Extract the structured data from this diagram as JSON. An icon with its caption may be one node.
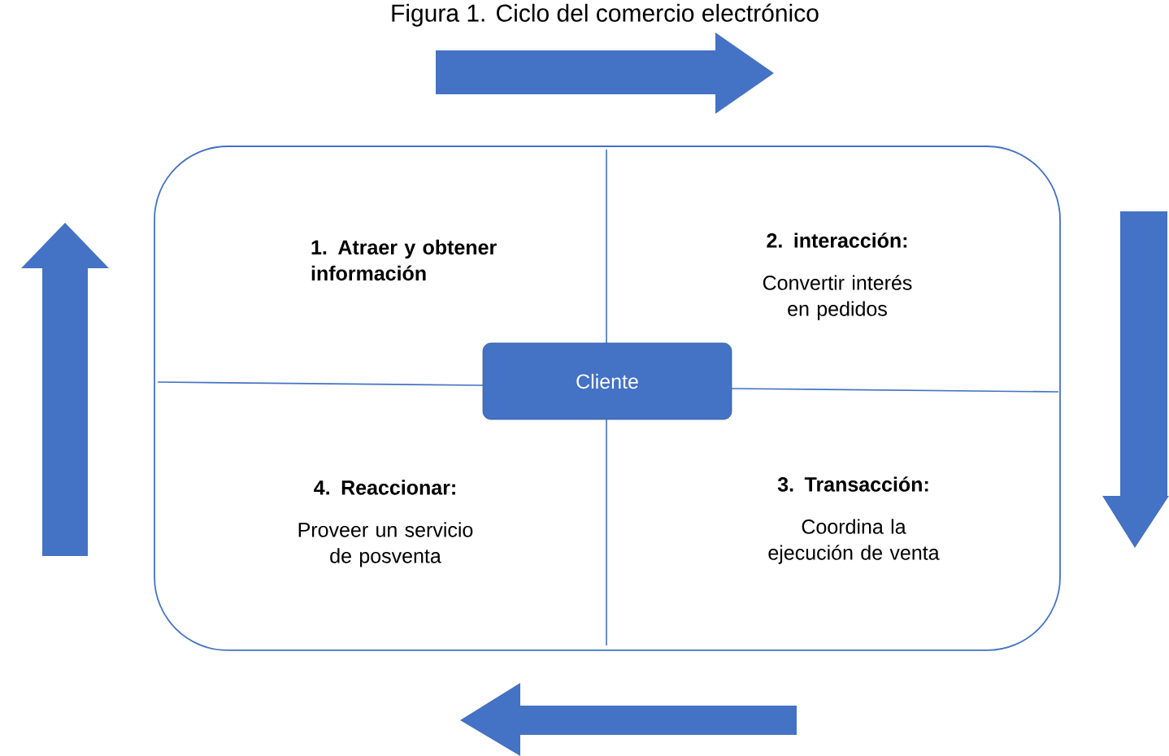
{
  "diagram": {
    "title": "Figura 1. Ciclo del comercio electrónico",
    "nodes": [
      {
        "text": [],
        "shape": "box"
      },
      {
        "text": [
          "1. Atraer y obtener información"
        ],
        "in": 0
      },
      {
        "text": [
          "2. interacción:",
          "Convertir interés en pedidos"
        ],
        "in": 0
      },
      {
        "text": [
          "3. Transacción:",
          "Coordina la ejecución de venta"
        ],
        "in": 0
      },
      {
        "text": [
          "4. Reaccionar:",
          "Proveer un servicio de posventa"
        ],
        "in": 0
      },
      {
        "text": [
          "Cliente"
        ],
        "in": 0
      }
    ]
  }
}
